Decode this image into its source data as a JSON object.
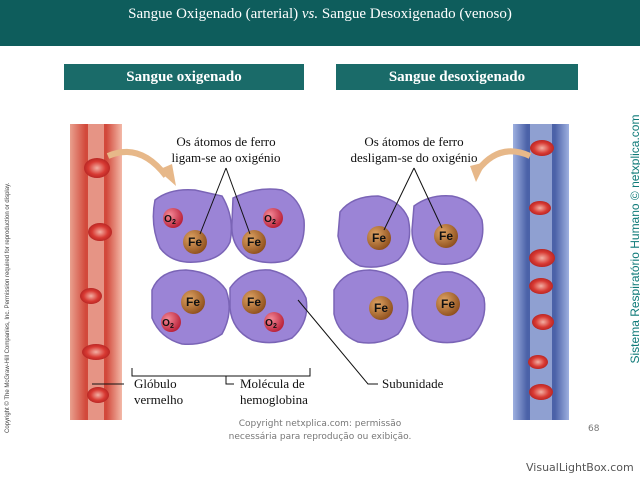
{
  "title_part1": "Sangue Oxigenado (arterial) ",
  "title_vs": "vs.",
  "title_part2": " Sangue Desoxigenado (venoso)",
  "left_section": "Sangue oxigenado",
  "right_section": "Sangue desoxigenado",
  "left_top_label": [
    "Os átomos de ferro",
    "ligam-se ao oxigénio"
  ],
  "right_top_label": [
    "Os átomos de ferro",
    "desligam-se do oxigénio"
  ],
  "bottom_labels": {
    "globulo": [
      "Glóbulo",
      "vermelho"
    ],
    "molecula": [
      "Molécula de",
      "hemoglobina"
    ],
    "subunidade": "Subunidade"
  },
  "atoms": {
    "iron": "Fe",
    "oxygen": "O",
    "oxygen_sub": "2"
  },
  "left_vertical": "Copyright © The McGraw-Hill Companies, Inc. Permission required for reproduction or display.",
  "right_vertical": "Sistema Respiratório Humano © netxplica.com",
  "footer": [
    "Copyright netxplica.com: permissão",
    "necessária para reprodução ou exibição."
  ],
  "page_number": "68",
  "watermark": "VisualLightBox.com",
  "colors": {
    "header": "#0e5d5c",
    "section": "#1a6b69",
    "subunit": "#9b84d6",
    "iron": "#b46a2a",
    "oxygen": "#d8324a",
    "artery": "#d2493b",
    "vein": "#4b62a8"
  }
}
